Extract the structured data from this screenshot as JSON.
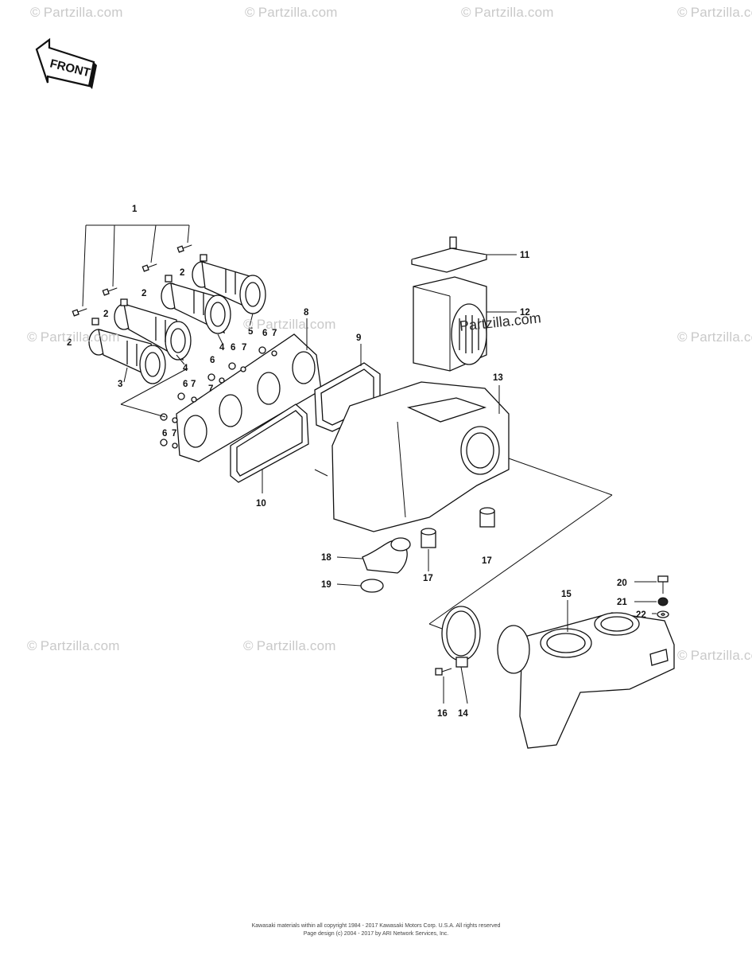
{
  "front_arrow": {
    "text": "FRONT"
  },
  "watermarks": {
    "symbol": "©",
    "brand": "Partzilla.com",
    "inline_brand": "Partzilla.com"
  },
  "callouts": {
    "c1": "1",
    "c2": "2",
    "c3": "3",
    "c4": "4",
    "c5": "5",
    "c6": "6",
    "c7": "7",
    "c8": "8",
    "c9": "9",
    "c10": "10",
    "c11": "11",
    "c12": "12",
    "c13": "13",
    "c14": "14",
    "c15": "15",
    "c16": "16",
    "c17": "17",
    "c18": "18",
    "c19": "19",
    "c20": "20",
    "c21": "21",
    "c22": "22"
  },
  "footer": {
    "line1": "Kawasaki materials within all copyright 1984 - 2017 Kawasaki Motors Corp. U.S.A. All rights reserved",
    "line2": "Page design (c) 2004 - 2017 by ARI Network Services, Inc."
  }
}
